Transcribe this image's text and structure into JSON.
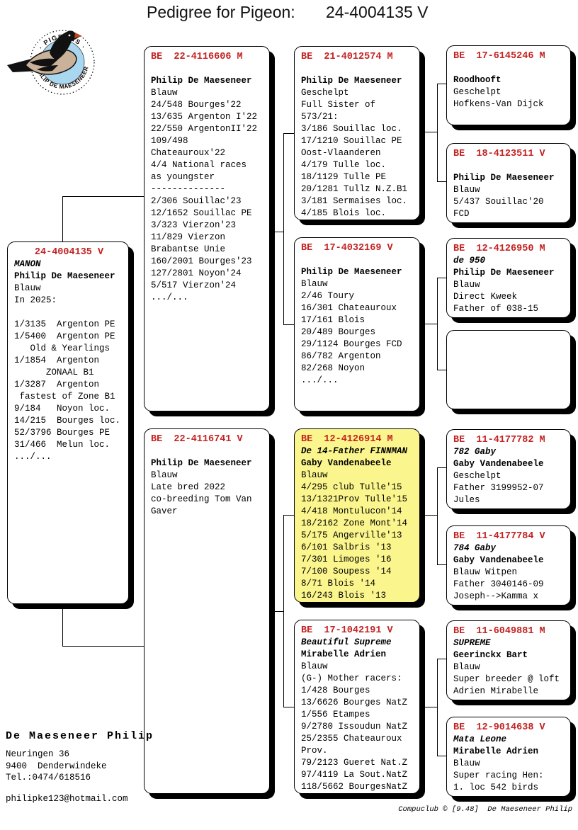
{
  "title": {
    "label": "Pedigree for Pigeon:",
    "ring": "24-4004135 V"
  },
  "logo": {
    "top_text": "PIGEONS",
    "bottom_text": "PHILIP DE MAESENEER"
  },
  "colors": {
    "header_red": "#c42222",
    "highlight_yellow": "#faf58c",
    "logo_blue": "#a9d7ef",
    "pigeon_body_tan": "#c9b299",
    "line_black": "#000000"
  },
  "boxes": {
    "subject": {
      "ring": "24-4004135 V",
      "name": "MANON",
      "fancier": "Philip De Maeseneer",
      "body": "Blauw\nIn 2025:\n\n1/3135  Argenton PE\n1/5400  Argenton PE\n   Old & Yearlings\n1/1854  Argenton\n      ZONAAL B1\n1/3287  Argenton\n fastest of Zone B1\n9/184   Noyon loc.\n14/215  Bourges loc.\n52/3796 Bourges PE\n31/466  Melun loc.\n.../..."
    },
    "sire": {
      "ring": "BE  22-4116606 M",
      "name": "",
      "fancier": "Philip De Maeseneer",
      "body": "Blauw\n24/548 Bourges'22\n13/635 Argenton I'22\n22/550 ArgentonII'22\n109/498\nChateauroux'22\n4/4 National races\nas youngster\n--------------\n2/306 Souillac'23\n12/1652 Souillac PE\n3/323 Vierzon'23\n11/829 Vierzon\nBrabantse Unie\n160/2001 Bourges'23\n127/2801 Noyon'24\n5/517 Vierzon'24\n.../..."
    },
    "dam": {
      "ring": "BE  22-4116741 V",
      "name": "",
      "fancier": "Philip De Maeseneer",
      "body": "Blauw\nLate bred 2022\nco-breeding Tom Van\nGaver"
    },
    "g1": {
      "ring": "BE  21-4012574 M",
      "name": "",
      "fancier": "Philip De Maeseneer",
      "body": "Geschelpt\nFull Sister of\n573/21:\n3/186 Souillac loc.\n17/1210 Souillac PE\nOost-Vlaanderen\n4/179 Tulle loc.\n18/1129 Tulle PE\n20/1281 Tullz N.Z.B1\n3/181 Sermaises loc.\n4/185 Blois loc."
    },
    "g2": {
      "ring": "BE  17-4032169 V",
      "name": "",
      "fancier": "Philip De Maeseneer",
      "body": "Blauw\n2/46 Toury\n16/301 Chateauroux\n17/161 Blois\n20/489 Bourges\n29/1124 Bourges FCD\n86/782 Argenton\n82/268 Noyon\n.../..."
    },
    "g3": {
      "ring": "BE  12-4126914 M",
      "name": "De 14-Father FINNMAN",
      "fancier": "Gaby Vandenabeele",
      "body": "Blauw\n4/295 club Tulle'15\n13/1321Prov Tulle'15\n4/418 Montulucon'14\n18/2162 Zone Mont'14\n5/175 Angerville'13\n6/101 Salbris '13\n7/301 Limoges '16\n7/100 Soupess '14\n8/71 Blois '14\n16/243 Blois '13"
    },
    "g4": {
      "ring": "BE  17-1042191 V",
      "name": "Beautiful Supreme",
      "fancier": "Mirabelle Adrien",
      "body": "Blauw\n(G-) Mother racers:\n1/428 Bourges\n13/6626 Bourges NatZ\n1/556 Etampes\n9/2780 Issoudun NatZ\n25/2355 Chateauroux\nProv.\n79/2123 Gueret Nat.Z\n97/4119 La Sout.NatZ\n118/5662 BourgesNatZ"
    },
    "gg1": {
      "ring": "BE  17-6145246 M",
      "name": "",
      "fancier": "Roodhooft",
      "body": "Geschelpt\nHofkens-Van Dijck"
    },
    "gg2": {
      "ring": "BE  18-4123511 V",
      "name": "",
      "fancier": "Philip De Maeseneer",
      "body": "Blauw\n5/437 Souillac'20\nFCD"
    },
    "gg3": {
      "ring": "BE  12-4126950 M",
      "name": "de 950",
      "fancier": "Philip De Maeseneer",
      "body": "Blauw\nDirect Kweek\nFather of 038-15"
    },
    "gg4": {
      "ring": "",
      "name": "",
      "fancier": "",
      "body": ""
    },
    "gg5": {
      "ring": "BE  11-4177782 M",
      "name": "782 Gaby",
      "fancier": "Gaby Vandenabeele",
      "body": "Geschelpt\nFather 3199952-07\nJules"
    },
    "gg6": {
      "ring": "BE  11-4177784 V",
      "name": "784 Gaby",
      "fancier": "Gaby Vandenabeele",
      "body": "Blauw Witpen\nFather 3040146-09\nJoseph-->Kamma x"
    },
    "gg7": {
      "ring": "BE  11-6049881 M",
      "name": "SUPREME",
      "fancier": "Geerinckx Bart",
      "body": "Blauw\nSuper breeder @ loft\nAdrien Mirabelle"
    },
    "gg8": {
      "ring": "BE  12-9014638 V",
      "name": "Mata Leone",
      "fancier": "Mirabelle Adrien",
      "body": "Blauw\nSuper racing Hen:\n1. loc 542 birds"
    }
  },
  "breeder": {
    "name": "De Maeseneer Philip",
    "address": "Neuringen 36\n9400  Denderwindeke\nTel.:0474/618516",
    "email": "philipke123@hotmail.com"
  },
  "footer": {
    "credit": "Compuclub © [9.48]  De Maeseneer Philip"
  }
}
